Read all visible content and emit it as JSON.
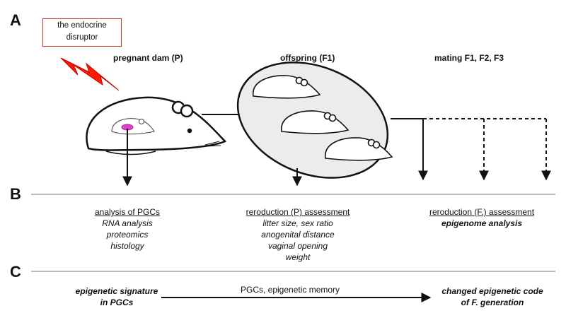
{
  "panels": {
    "a": "A",
    "b": "B",
    "c": "C"
  },
  "disruptor": {
    "line1": "the endocrine",
    "line2": "disruptor"
  },
  "headers": {
    "dam": "pregnant dam (P)",
    "offspring": "offspring (F1)",
    "mating": "mating F1, F2, F3"
  },
  "section_b": {
    "col1": {
      "heading": "analysis of PGCs",
      "items": [
        "RNA analysis",
        "proteomics",
        "histology"
      ]
    },
    "col2": {
      "heading": "reroduction (P) assessment",
      "items": [
        "litter size, sex ratio",
        "anogenital distance",
        "vaginal opening",
        "weight"
      ]
    },
    "col3": {
      "heading": "reroduction (F.) assessment",
      "items": [
        "epigenome analysis"
      ]
    }
  },
  "section_c": {
    "left_line1": "epigenetic signature",
    "left_line2": "in PGCs",
    "arrow_label": "PGCs, epigenetic memory",
    "right_line1": "changed epigenetic code",
    "right_line2": "of F. generation"
  },
  "colors": {
    "lightning": "#ff1a00",
    "box_border": "#c0392b",
    "embryo": "#e040c8",
    "oval_fill": "#ececec"
  }
}
